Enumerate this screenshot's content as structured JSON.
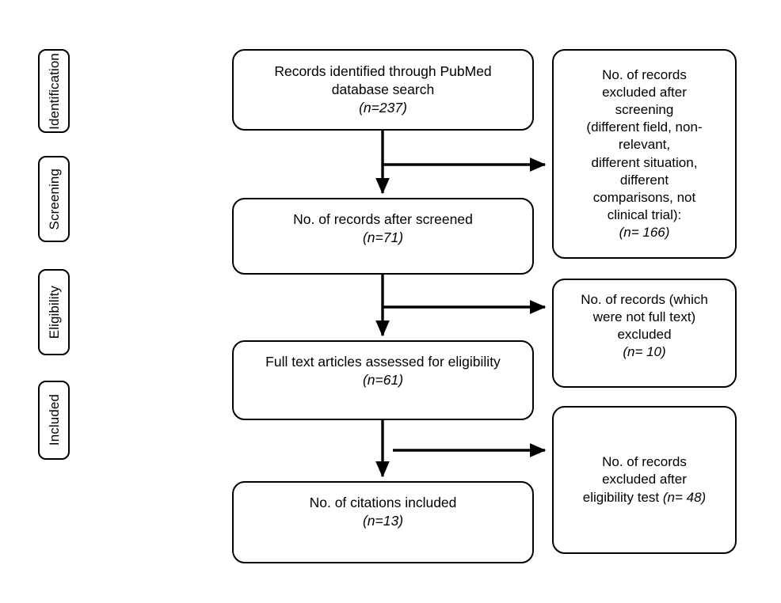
{
  "diagram": {
    "title": "PRISMA study selection flow diagram",
    "type": "flowchart",
    "stroke_color": "#000000",
    "background_color": "#ffffff"
  },
  "stages": [
    {
      "id": "identification",
      "label": "Identification"
    },
    {
      "id": "screening",
      "label": "Screening"
    },
    {
      "id": "eligibility",
      "label": "Eligibility"
    },
    {
      "id": "included",
      "label": "Included"
    }
  ],
  "main_boxes": [
    {
      "id": "records-identified",
      "text": "Records identified through PubMed\ndatabase search",
      "count_label": "(n=237)"
    },
    {
      "id": "records-after-screened",
      "text": "No. of records after screened",
      "count_label": "(n=71)"
    },
    {
      "id": "full-text-assessed",
      "text": "Full text articles assessed for eligibility",
      "count_label": "(n=61)"
    },
    {
      "id": "citations-included",
      "text": "No. of citations included",
      "count_label": "(n=13)"
    }
  ],
  "side_boxes": [
    {
      "id": "excluded-after-screening",
      "text": "No. of records\nexcluded after\nscreening\n(different field, non-\nrelevant,\ndifferent situation,\ndifferent\ncomparisons, not\nclinical trial):",
      "count_label": "(n= 166)"
    },
    {
      "id": "excluded-not-full-text",
      "text": "No. of records (which\nwere not full text)\nexcluded",
      "count_label": "(n= 10)"
    },
    {
      "id": "excluded-after-eligibility",
      "text": "No. of records\nexcluded after\neligibility test ",
      "count_label": "(n= 48)",
      "inline_count": true
    }
  ],
  "connectors": [
    {
      "id": "arrow-down-1",
      "from": "records-identified",
      "to": "records-after-screened",
      "direction": "down"
    },
    {
      "id": "arrow-right-1",
      "from": "records-identified",
      "to": "excluded-after-screening",
      "direction": "right"
    },
    {
      "id": "arrow-down-2",
      "from": "records-after-screened",
      "to": "full-text-assessed",
      "direction": "down"
    },
    {
      "id": "arrow-right-2",
      "from": "records-after-screened",
      "to": "excluded-not-full-text",
      "direction": "right"
    },
    {
      "id": "arrow-down-3",
      "from": "full-text-assessed",
      "to": "citations-included",
      "direction": "down"
    },
    {
      "id": "arrow-right-3",
      "from": "full-text-assessed",
      "to": "excluded-after-eligibility",
      "direction": "right"
    }
  ]
}
